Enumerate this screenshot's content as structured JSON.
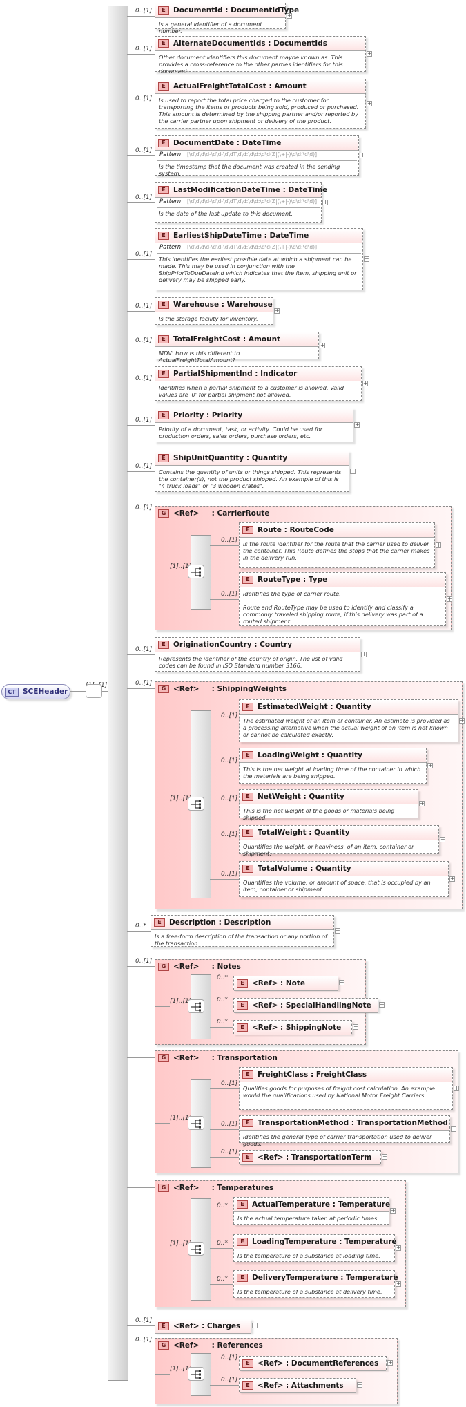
{
  "root": {
    "badge": "CT",
    "name": "SCEHeader",
    "occurrence": "[1]..[1]"
  },
  "nodes": [
    {
      "id": "DocumentId",
      "kind": "E",
      "name": "DocumentId",
      "type": "DocumentIdType",
      "occurrence": "0..[1]",
      "doc": "Is a general identifier of a document number."
    },
    {
      "id": "AlternateDocumentIds",
      "kind": "E",
      "name": "AlternateDocumentIds",
      "type": "DocumentIds",
      "occurrence": "0..[1]",
      "doc": "Other document identifiers this document maybe known as. This provides a cross-reference to the other parties identifiers for this document."
    },
    {
      "id": "ActualFreightTotalCost",
      "kind": "E",
      "name": "ActualFreightTotalCost",
      "type": "Amount",
      "occurrence": "0..[1]",
      "doc": "Is used to report the total price charged to the customer for transporting the items or products being sold, produced or purchased.  This amount is determined by the shipping partner and/or reported by the carrier partner upon shipment or delivery of the product."
    },
    {
      "id": "DocumentDate",
      "kind": "E",
      "name": "DocumentDate",
      "type": "DateTime",
      "occurrence": "0..[1]",
      "pattern_label": "Pattern",
      "pattern": "[\\d\\d\\d\\d-\\d\\d-\\d\\dT\\d\\d:\\d\\d:\\d\\d(Z|(\\+|-)\\d\\d:\\d\\d)]",
      "doc": "Is the timestamp that the document was created in the sending system."
    },
    {
      "id": "LastModificationDateTime",
      "kind": "E",
      "name": "LastModificationDateTime",
      "type": "DateTime",
      "occurrence": "0..[1]",
      "pattern_label": "Pattern",
      "pattern": "[\\d\\d\\d\\d-\\d\\d-\\d\\dT\\d\\d:\\d\\d:\\d\\d(Z|(\\+|-)\\d\\d:\\d\\d)]",
      "doc": "Is the date of the last update to this document."
    },
    {
      "id": "EarliestShipDateTime",
      "kind": "E",
      "name": "EarliestShipDateTime",
      "type": "DateTime",
      "occurrence": "0..[1]",
      "pattern_label": "Pattern",
      "pattern": "[\\d\\d\\d\\d-\\d\\d-\\d\\dT\\d\\d:\\d\\d:\\d\\d(Z|(\\+|-)\\d\\d:\\d\\d)]",
      "doc": "This identifies the earliest possible date at which a shipment can be made.  This may be used in conjunction with the ShipPriorToDueDateInd which indicates that the item, shipping unit or delivery may be shipped early."
    },
    {
      "id": "Warehouse",
      "kind": "E",
      "name": "Warehouse",
      "type": "Warehouse",
      "occurrence": "0..[1]",
      "doc": "Is the storage facility for inventory."
    },
    {
      "id": "TotalFreightCost",
      "kind": "E",
      "name": "TotalFreightCost",
      "type": "Amount",
      "occurrence": "0..[1]",
      "doc": "MDV: How is this different to ActualFreightTotalAmount?"
    },
    {
      "id": "PartialShipmentInd",
      "kind": "E",
      "name": "PartialShipmentInd",
      "type": "Indicator",
      "occurrence": "0..[1]",
      "doc": "Identifies when a partial shipment to a customer is allowed. Valid values are '0' for partial shipment not allowed."
    },
    {
      "id": "Priority",
      "kind": "E",
      "name": "Priority",
      "type": "Priority",
      "occurrence": "0..[1]",
      "doc": "Priority of a document, task, or activity.  Could be used for production orders, sales orders, purchase orders, etc."
    },
    {
      "id": "ShipUnitQuantity",
      "kind": "E",
      "name": "ShipUnitQuantity",
      "type": "Quantity",
      "occurrence": "0..[1]",
      "doc": "Contains the quantity of units or things shipped. This represents the container(s), not the product shipped.  An example of this is \"4 truck loads\" or \"3 wooden crates\"."
    },
    {
      "id": "CarrierRoute",
      "kind": "G",
      "name": "<Ref>",
      "type": "CarrierRoute",
      "occurrence": "0..[1]",
      "seq_occurrence": "[1]..[1]"
    },
    {
      "id": "Route",
      "kind": "E",
      "name": "Route",
      "type": "RouteCode",
      "occurrence": "0..[1]",
      "doc": "Is the route identifier for the route that the carrier used to deliver the container. This Route defines the stops that the carrier makes in the delivery run."
    },
    {
      "id": "RouteType",
      "kind": "E",
      "name": "RouteType",
      "type": "Type",
      "occurrence": "0..[1]",
      "doc": "Identifies the type of carrier route.\n\nRoute and RouteType may be used to identify and classify a commonly traveled shipping route, if this delivery was part of a routed shipment."
    },
    {
      "id": "OriginationCountry",
      "kind": "E",
      "name": "OriginationCountry",
      "type": "Country",
      "occurrence": "0..[1]",
      "doc": "Represents the identifier of the country of origin.  The list of valid codes can be found in ISO Standard number 3166."
    },
    {
      "id": "ShippingWeights",
      "kind": "G",
      "name": "<Ref>",
      "type": "ShippingWeights",
      "occurrence": "0..[1]",
      "seq_occurrence": "[1]..[1]"
    },
    {
      "id": "EstimatedWeight",
      "kind": "E",
      "name": "EstimatedWeight",
      "type": "Quantity",
      "occurrence": "0..[1]",
      "doc": "The estimated weight of an item or container.  An estimate is provided as a processing alternative when the actual weight of an item is not known or cannot be calculated exactly."
    },
    {
      "id": "LoadingWeight",
      "kind": "E",
      "name": "LoadingWeight",
      "type": "Quantity",
      "occurrence": "0..[1]",
      "doc": "This is the net weight at loading time of the container in which the materials are being shipped."
    },
    {
      "id": "NetWeight",
      "kind": "E",
      "name": "NetWeight",
      "type": "Quantity",
      "occurrence": "0..[1]",
      "doc": "This is the net weight of the goods or materials being shipped."
    },
    {
      "id": "TotalWeight",
      "kind": "E",
      "name": "TotalWeight",
      "type": "Quantity",
      "occurrence": "0..[1]",
      "doc": "Quantifies the weight, or heaviness, of an item, container or shipment."
    },
    {
      "id": "TotalVolume",
      "kind": "E",
      "name": "TotalVolume",
      "type": "Quantity",
      "occurrence": "0..[1]",
      "doc": "Quantifies the volume, or amount of space, that is occupied by an item, container or shipment."
    },
    {
      "id": "Description",
      "kind": "E",
      "name": "Description",
      "type": "Description",
      "occurrence": "0..*",
      "doc": "Is a free-form description of the transaction or any portion of the transaction."
    },
    {
      "id": "Notes",
      "kind": "G",
      "name": "<Ref>",
      "type": "Notes",
      "occurrence": "0..[1]",
      "seq_occurrence": "[1]..[1]"
    },
    {
      "id": "Note",
      "kind": "E",
      "name": "<Ref>",
      "type": "Note",
      "occurrence": "0..*"
    },
    {
      "id": "SpecialHandlingNote",
      "kind": "E",
      "name": "<Ref>",
      "type": "SpecialHandlingNote",
      "occurrence": "0..*"
    },
    {
      "id": "ShippingNote",
      "kind": "E",
      "name": "<Ref>",
      "type": "ShippingNote",
      "occurrence": "0..*"
    },
    {
      "id": "Transportation",
      "kind": "G",
      "name": "<Ref>",
      "type": "Transportation",
      "occurrence": "",
      "seq_occurrence": "[1]..[1]"
    },
    {
      "id": "FreightClass",
      "kind": "E",
      "name": "FreightClass",
      "type": "FreightClass",
      "occurrence": "0..[1]",
      "doc": "Qualifies goods for purposes of freight cost calculation. An example would the qualifications used by National Motor Freight Carriers."
    },
    {
      "id": "TransportationMethod",
      "kind": "E",
      "name": "TransportationMethod",
      "type": "TransportationMethod",
      "occurrence": "0..[1]",
      "doc": "Identifies the general type of carrier transportation used to deliver goods."
    },
    {
      "id": "TransportationTerm",
      "kind": "E",
      "name": "<Ref>",
      "type": "TransportationTerm",
      "occurrence": "0..[1]"
    },
    {
      "id": "Temperatures",
      "kind": "G",
      "name": "<Ref>",
      "type": "Temperatures",
      "occurrence": "",
      "seq_occurrence": "[1]..[1]"
    },
    {
      "id": "ActualTemperature",
      "kind": "E",
      "name": "ActualTemperature",
      "type": "Temperature",
      "occurrence": "0..*",
      "doc": "Is the actual temperature taken at periodic times."
    },
    {
      "id": "LoadingTemperature",
      "kind": "E",
      "name": "LoadingTemperature",
      "type": "Temperature",
      "occurrence": "0..*",
      "doc": "Is the temperature of a substance at loading time."
    },
    {
      "id": "DeliveryTemperature",
      "kind": "E",
      "name": "DeliveryTemperature",
      "type": "Temperature",
      "occurrence": "0..*",
      "doc": "Is the temperature of a substance at delivery time."
    },
    {
      "id": "Charges",
      "kind": "E",
      "name": "<Ref>",
      "type": "Charges",
      "occurrence": "0..[1]"
    },
    {
      "id": "References",
      "kind": "G",
      "name": "<Ref>",
      "type": "References",
      "occurrence": "0..[1]",
      "seq_occurrence": "[1]..[1]"
    },
    {
      "id": "DocumentReferences",
      "kind": "E",
      "name": "<Ref>",
      "type": "DocumentReferences",
      "occurrence": "0..[1]"
    },
    {
      "id": "Attachments",
      "kind": "E",
      "name": "<Ref>",
      "type": "Attachments",
      "occurrence": "0..[1]"
    }
  ]
}
